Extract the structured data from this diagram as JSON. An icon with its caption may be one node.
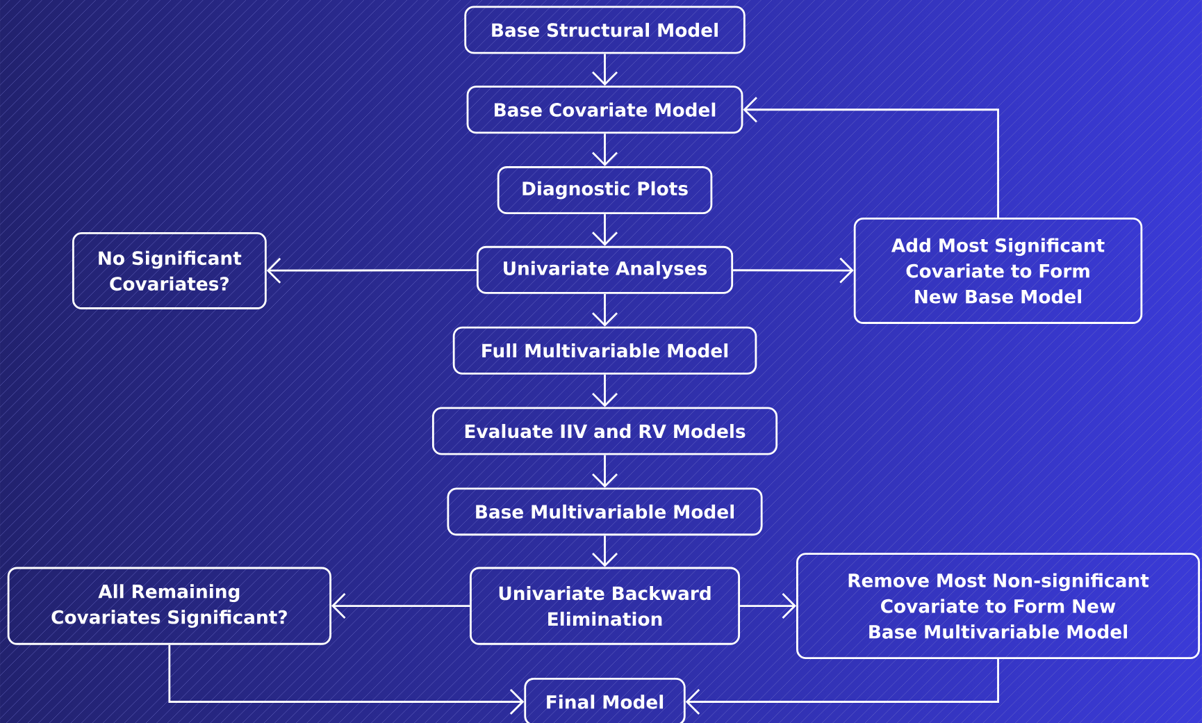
{
  "diagram": {
    "nodes": [
      {
        "text": [
          "Base Structural Model"
        ]
      },
      {
        "text": [
          "Base Covariate Model"
        ]
      },
      {
        "text": [
          "Diagnostic Plots"
        ]
      },
      {
        "text": [
          "Univariate Analyses"
        ]
      },
      {
        "text": [
          "No Significant Covariates?"
        ]
      },
      {
        "text": [
          "Add Most Significant Covariate to Form New Base Model"
        ]
      },
      {
        "text": [
          "Full Multivariable Model"
        ]
      },
      {
        "text": [
          "Evaluate IIV and RV Models"
        ]
      },
      {
        "text": [
          "Base Multivariable Model"
        ]
      },
      {
        "text": [
          "Univariate Backward Elimination"
        ]
      },
      {
        "text": [
          "All Remaining Covariates Significant?"
        ]
      },
      {
        "text": [
          "Remove Most Non-significant Covariate to Form New Base Multivariable Model"
        ]
      },
      {
        "text": [
          "Final Model"
        ]
      }
    ],
    "edges": [
      {
        "from": 0,
        "to": 1,
        "arrow": "to"
      },
      {
        "from": 1,
        "to": 2,
        "arrow": "to"
      },
      {
        "from": 2,
        "to": 3,
        "arrow": "to"
      },
      {
        "from": 3,
        "to": 4,
        "arrow": "to"
      },
      {
        "from": 3,
        "to": 5,
        "arrow": "to"
      },
      {
        "from": 5,
        "to": 1,
        "arrow": "to"
      },
      {
        "from": 3,
        "to": 6,
        "arrow": "to"
      },
      {
        "from": 6,
        "to": 7,
        "arrow": "to"
      },
      {
        "from": 7,
        "to": 8,
        "arrow": "to"
      },
      {
        "from": 8,
        "to": 9,
        "arrow": "to"
      },
      {
        "from": 9,
        "to": 10,
        "arrow": "to"
      },
      {
        "from": 9,
        "to": 11,
        "arrow": "to"
      },
      {
        "from": 10,
        "to": 12,
        "arrow": "to"
      },
      {
        "from": 11,
        "to": 12,
        "arrow": "to"
      }
    ]
  }
}
